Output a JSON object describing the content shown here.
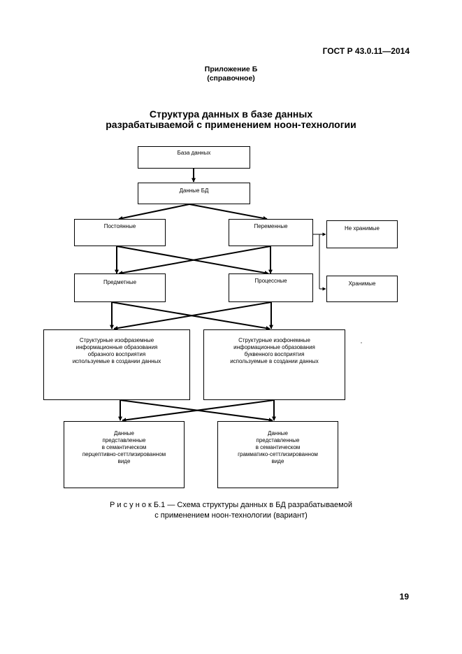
{
  "header": {
    "standard": "ГОСТ Р 43.0.11—2014"
  },
  "appendix": {
    "title": "Приложение Б",
    "subtitle": "(справочное)"
  },
  "title": {
    "line1": "Структура данных в базе данных",
    "line2": "разрабатываемой с применением ноон-технологии"
  },
  "boxes": {
    "database": "База данных",
    "data_bd": "Данные БД",
    "permanent": "Постоянные",
    "variable": "Переменные",
    "not_stored": "Не хранимые",
    "stored": "Хранимые",
    "subject": "Предметные",
    "process": "Процессные",
    "phrasemic": [
      "Структурные изофраземные",
      "информационные образования",
      "образного восприятия",
      "используемые в создании данных"
    ],
    "phonemic": [
      "Структурные изофонемные",
      "информационные образования",
      "буквенного восприятия",
      "используемые в создании данных"
    ],
    "perceptive": [
      "Данные",
      "представленные",
      "в семантическом",
      "перцептивно-сеттлизированном",
      "виде"
    ],
    "grammatical": [
      "Данные",
      "представленные",
      "в семантическом",
      "грамматико-сеттлизированном",
      "виде"
    ]
  },
  "caption": {
    "line1": "Р и с у н о к  Б.1 — Схема структуры данных в БД разрабатываемой",
    "line2": "с применением ноон-технологии (вариант)"
  },
  "page_number": "19"
}
